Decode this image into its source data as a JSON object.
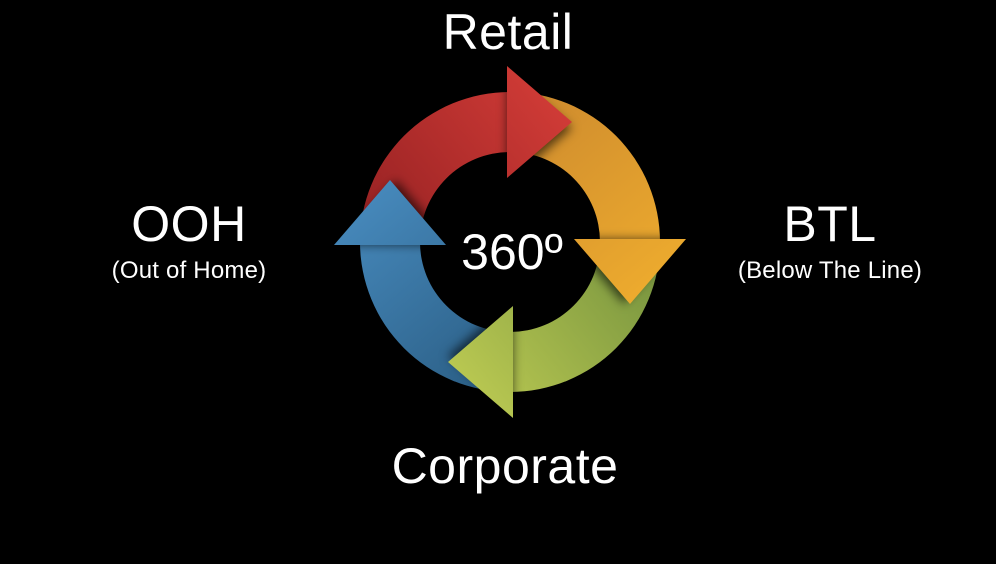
{
  "diagram": {
    "center_label": "360º",
    "nodes": {
      "top": {
        "label": "Retail"
      },
      "right": {
        "label": "BTL",
        "sublabel": "(Below The Line)"
      },
      "bottom": {
        "label": "Corporate"
      },
      "left": {
        "label": "OOH",
        "sublabel": "(Out of Home)"
      }
    },
    "arrows": [
      {
        "name": "top-arrow-red",
        "direction": "clockwise",
        "color": "#c23130",
        "gradient": [
          "#8f1e20",
          "#d23c37"
        ]
      },
      {
        "name": "right-arrow-orange",
        "direction": "clockwise",
        "color": "#e0a23c",
        "gradient": [
          "#c9862e",
          "#eeac2e"
        ]
      },
      {
        "name": "bottom-arrow-green",
        "direction": "clockwise",
        "color": "#a6b944",
        "gradient": [
          "#6d8c3c",
          "#bcca52"
        ]
      },
      {
        "name": "left-arrow-blue",
        "direction": "clockwise",
        "color": "#30719f",
        "gradient": [
          "#27587d",
          "#478abd"
        ]
      }
    ],
    "colors": {
      "background": "#000000",
      "text": "#ffffff"
    }
  }
}
